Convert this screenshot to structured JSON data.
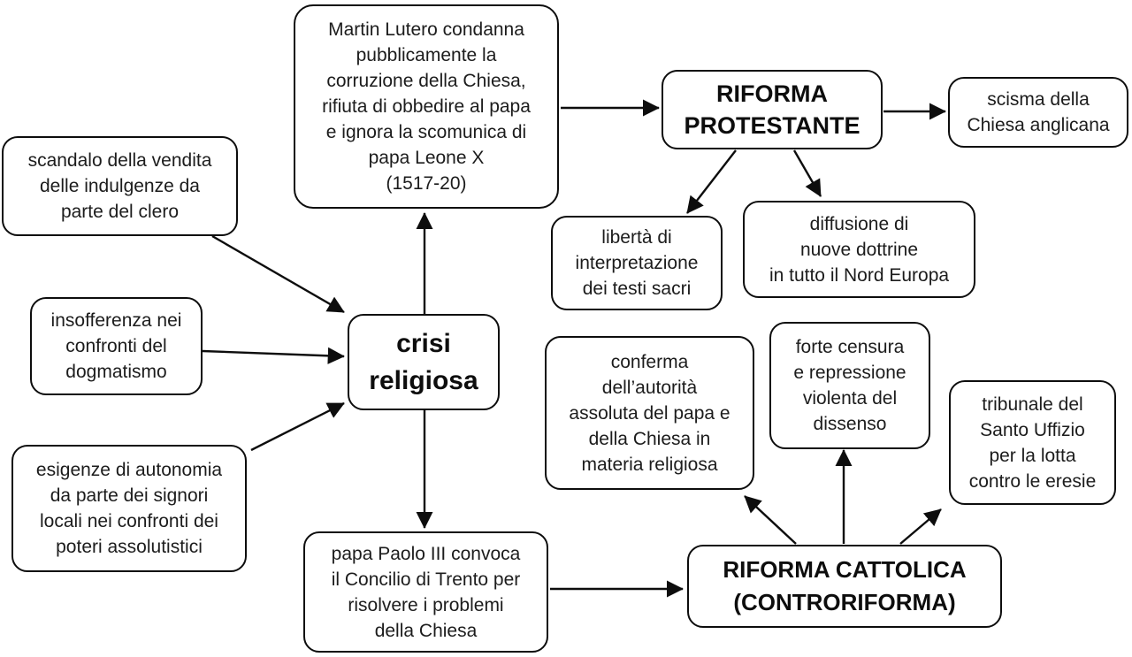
{
  "diagram": {
    "type": "concept-map",
    "language": "it",
    "topic": "Riforma protestante e Riforma cattolica"
  },
  "colors": {
    "background": "#ffffff",
    "box_border": "#0d0d0d",
    "text": "#1c1c1c",
    "arrow": "#0d0d0d"
  },
  "nodes": [
    {
      "id": "martin-lutero",
      "text": "Martin Lutero condanna\npubblicamente la\ncorruzione della Chiesa,\nrifiuta di obbedire al papa\ne ignora la scomunica di\npapa Leone X\n(1517-20)",
      "emphasis": "normal"
    },
    {
      "id": "riforma-protestante",
      "text": "RIFORMA\nPROTESTANTE",
      "emphasis": "bold"
    },
    {
      "id": "scisma-anglicana",
      "text": "scisma della\nChiesa anglicana",
      "emphasis": "normal"
    },
    {
      "id": "liberta-interpretazione",
      "text": "libertà di\ninterpretazione\ndei testi sacri",
      "emphasis": "normal"
    },
    {
      "id": "diffusione-dottrine",
      "text": "diffusione di\nnuove dottrine\nin tutto il Nord Europa",
      "emphasis": "normal"
    },
    {
      "id": "scandalo-indulgenze",
      "text": "scandalo della vendita\ndelle indulgenze da\nparte del clero",
      "emphasis": "normal"
    },
    {
      "id": "insofferenza-dogmatismo",
      "text": "insofferenza nei\nconfronti del\ndogmatismo",
      "emphasis": "normal"
    },
    {
      "id": "esigenze-autonomia",
      "text": "esigenze di autonomia\nda parte dei signori\nlocali nei confronti dei\npoteri assolutistici",
      "emphasis": "normal"
    },
    {
      "id": "crisi-religiosa",
      "text": "crisi\nreligiosa",
      "emphasis": "bold"
    },
    {
      "id": "conferma-autorita",
      "text": "conferma\ndell’autorità\nassoluta del papa e\ndella Chiesa in\nmateria religiosa",
      "emphasis": "normal"
    },
    {
      "id": "forte-censura",
      "text": "forte censura\ne repressione\nviolenta del\ndissenso",
      "emphasis": "normal"
    },
    {
      "id": "tribunale-santo-uffizio",
      "text": "tribunale del\nSanto Uffizio\nper la lotta\ncontro le eresie",
      "emphasis": "normal"
    },
    {
      "id": "papa-paolo-iii",
      "text": "papa Paolo III convoca\nil Concilio di Trento per\nrisolvere i problemi\ndella Chiesa",
      "emphasis": "normal"
    },
    {
      "id": "riforma-cattolica",
      "text": "RIFORMA CATTOLICA\n(CONTRORIFORMA)",
      "emphasis": "bold"
    }
  ],
  "edges": [
    {
      "from": "scandalo-indulgenze",
      "to": "crisi-religiosa"
    },
    {
      "from": "insofferenza-dogmatismo",
      "to": "crisi-religiosa"
    },
    {
      "from": "esigenze-autonomia",
      "to": "crisi-religiosa"
    },
    {
      "from": "crisi-religiosa",
      "to": "martin-lutero"
    },
    {
      "from": "crisi-religiosa",
      "to": "papa-paolo-iii"
    },
    {
      "from": "martin-lutero",
      "to": "riforma-protestante"
    },
    {
      "from": "riforma-protestante",
      "to": "scisma-anglicana"
    },
    {
      "from": "riforma-protestante",
      "to": "liberta-interpretazione"
    },
    {
      "from": "riforma-protestante",
      "to": "diffusione-dottrine"
    },
    {
      "from": "papa-paolo-iii",
      "to": "riforma-cattolica"
    },
    {
      "from": "riforma-cattolica",
      "to": "conferma-autorita"
    },
    {
      "from": "riforma-cattolica",
      "to": "forte-censura"
    },
    {
      "from": "riforma-cattolica",
      "to": "tribunale-santo-uffizio"
    }
  ]
}
